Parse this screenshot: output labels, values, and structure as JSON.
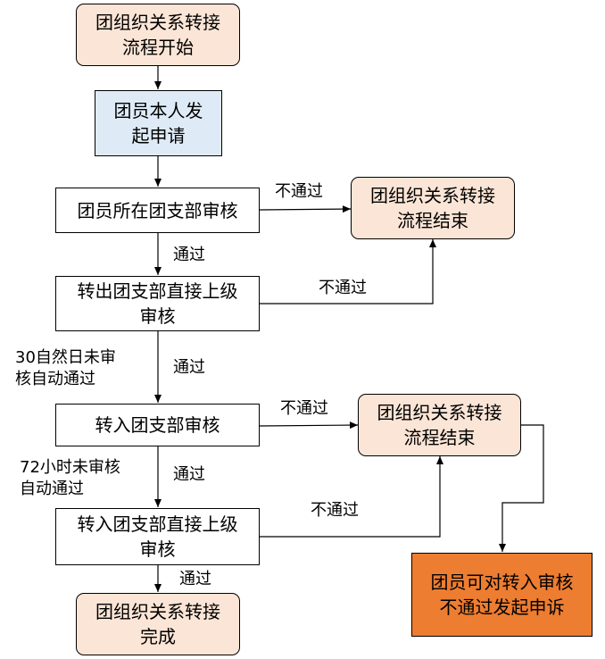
{
  "nodes": {
    "start": "团组织关系转接\n流程开始",
    "apply": "团员本人发\n起申请",
    "branch_review": "团员所在团支部审核",
    "end1": "团组织关系转接\n流程结束",
    "out_upper_review": "转出团支部直接上级\n审核",
    "in_review": "转入团支部审核",
    "end2": "团组织关系转接\n流程结束",
    "in_upper_review": "转入团支部直接上级\n审核",
    "complete": "团组织关系转接\n完成",
    "appeal": "团员可对转入审核\n不通过发起申诉"
  },
  "labels": {
    "reject1": "不通过",
    "pass1": "通过",
    "reject2": "不通过",
    "auto30": "30自然日未审\n核自动通过",
    "pass2": "通过",
    "reject3": "不通过",
    "auto72": "72小时未审核\n自动通过",
    "pass3": "通过",
    "reject4": "不通过",
    "pass4": "通过"
  },
  "colors": {
    "peach": "#fbe5d6",
    "blue": "#deebf7",
    "orange": "#ed7d31",
    "line": "#000000"
  }
}
